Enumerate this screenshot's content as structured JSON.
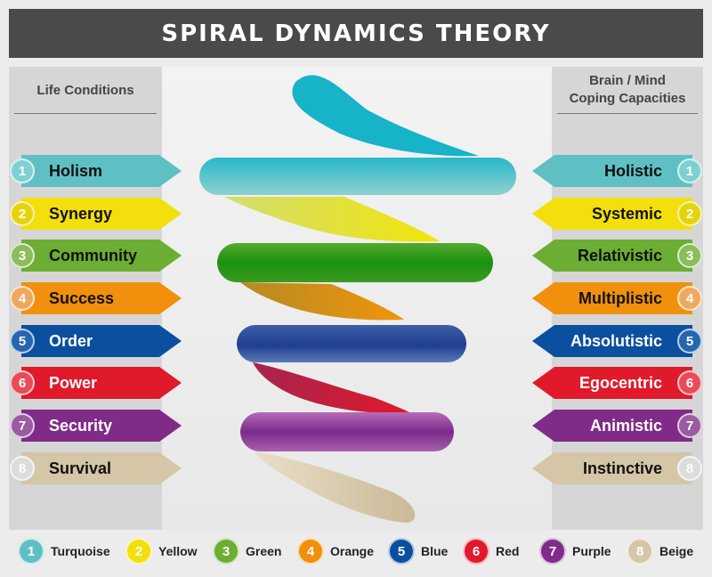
{
  "title": "SPIRAL DYNAMICS THEORY",
  "left_header": "Life Conditions",
  "right_header_line1": "Brain / Mind",
  "right_header_line2": "Coping Capacities",
  "levels": [
    {
      "num": "1",
      "left": "Holism",
      "right": "Holistic",
      "color_name": "Turquoise",
      "color": "#5fc0c3"
    },
    {
      "num": "2",
      "left": "Synergy",
      "right": "Systemic",
      "color_name": "Yellow",
      "color": "#f2df0c"
    },
    {
      "num": "3",
      "left": "Community",
      "right": "Relativistic",
      "color_name": "Green",
      "color": "#6cad34"
    },
    {
      "num": "4",
      "left": "Success",
      "right": "Multiplistic",
      "color_name": "Orange",
      "color": "#f0900c"
    },
    {
      "num": "5",
      "left": "Order",
      "right": "Absolutistic",
      "color_name": "Blue",
      "color": "#0b4f9f"
    },
    {
      "num": "6",
      "left": "Power",
      "right": "Egocentric",
      "color_name": "Red",
      "color": "#e0192b"
    },
    {
      "num": "7",
      "left": "Security",
      "right": "Animistic",
      "color_name": "Purple",
      "color": "#802b88"
    },
    {
      "num": "8",
      "left": "Survival",
      "right": "Instinctive",
      "color_name": "Beige",
      "color": "#d4c6a6"
    }
  ]
}
